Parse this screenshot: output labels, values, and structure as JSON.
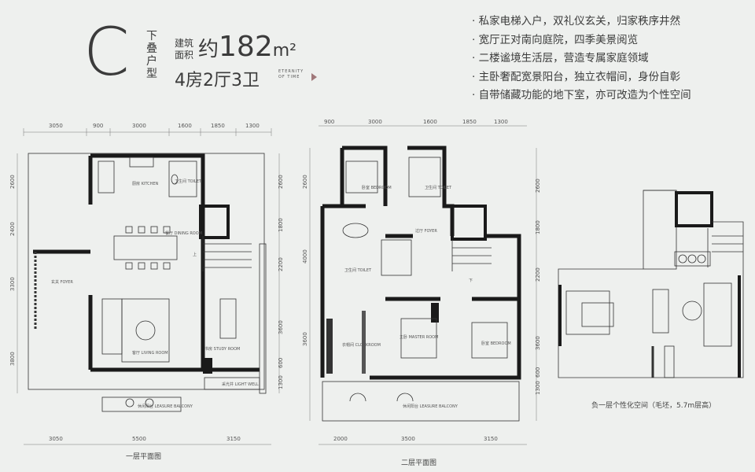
{
  "header": {
    "type_letter": "C",
    "type_vertical": "下叠户型",
    "area_label": "建筑面积",
    "area_prefix": "约",
    "area_value": "182",
    "area_unit": "m²",
    "layout": "4房2厅3卫",
    "eternity": "ETERNITY OF TIME"
  },
  "features": [
    "私家电梯入户，双礼仪玄关，归家秩序井然",
    "宽厅正对南向庭院，四季美景阅览",
    "二楼谧境生活层，营造专属家庭领域",
    "主卧奢配宽景阳台，独立衣帽间，身份自彰",
    "自带储藏功能的地下室，亦可改造为个性空间"
  ],
  "plan1": {
    "caption": "一层平面图",
    "top_dims": [
      "3050",
      "900",
      "3000",
      "1600",
      "1850",
      "1300"
    ],
    "bottom_dims": [
      "3050",
      "5500",
      "3150"
    ],
    "left_dims": [
      "2600",
      "2400",
      "3300",
      "3800"
    ],
    "right_dims": [
      "2600",
      "1800",
      "2200",
      "3600",
      "600",
      "1300"
    ],
    "rooms": {
      "kitchen": "厨房 KITCHEN",
      "toilet": "卫生间 TOILET",
      "dining": "餐厅 DINING ROOM",
      "foyer": "玄关 FOYER",
      "living": "客厅 LIVING ROOM",
      "study": "书房 STUDY ROOM",
      "light_well": "采光井 LIGHT WELL",
      "balcony": "休闲阳台 LEASURE BALCONY"
    }
  },
  "plan2": {
    "caption": "二层平面图",
    "top_dims": [
      "900",
      "3000",
      "1600",
      "1850",
      "1300"
    ],
    "bottom_dims": [
      "2000",
      "3500",
      "3150"
    ],
    "left_dims": [
      "2600",
      "4000",
      "3600"
    ],
    "right_dims": [
      "2600",
      "1800",
      "2200",
      "3600",
      "600",
      "1300"
    ],
    "rooms": {
      "bedroom1": "卧室 BEDROOM",
      "toilet1": "卫生间 TOILET",
      "foyer": "过厅 FOYER",
      "toilet2": "卫生间 TOILET",
      "master": "主卧 MASTER ROOM",
      "closet": "衣帽间 CLOAKROOM",
      "bedroom2": "卧室 BEDROOM",
      "balcony": "休闲阳台 LEASURE BALCONY"
    }
  },
  "plan3": {
    "caption": "负一层个性化空间（毛坯，5.7m层高）"
  },
  "stair_up": "上",
  "stair_down": "下"
}
